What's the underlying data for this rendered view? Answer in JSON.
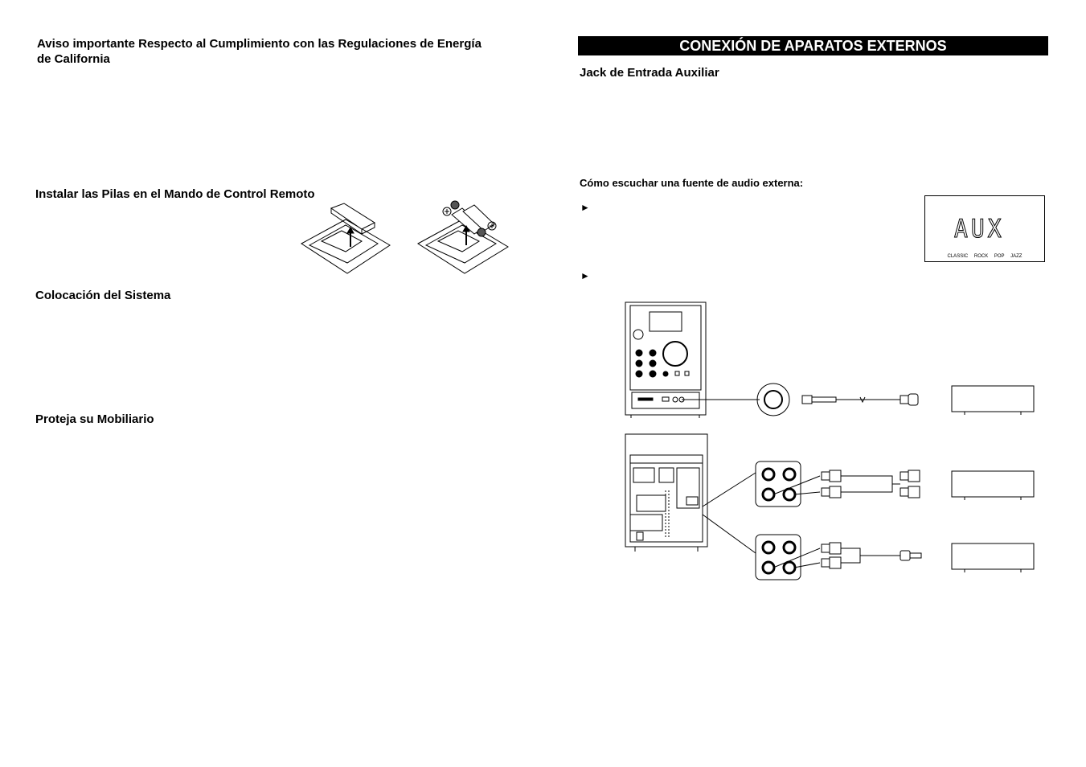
{
  "left_column": {
    "heading_california": "Aviso importante Respecto al Cumplimiento con las Regulaciones de Energía de California",
    "heading_batteries": "Instalar las Pilas en el Mando de Control Remoto",
    "heading_placement": "Colocación del Sistema",
    "heading_furniture": "Proteja su Mobiliario"
  },
  "right_column": {
    "banner_title": "CONEXIÓN DE APARATOS EXTERNOS",
    "heading_aux": "Jack de Entrada Auxiliar",
    "heading_listen": "Cómo escuchar una fuente de audio externa:",
    "bullet_marker": "►"
  },
  "display_panel": {
    "readout": "AUX",
    "eq_presets": [
      "CLASSIC",
      "ROCK",
      "POP",
      "JAZZ"
    ]
  }
}
